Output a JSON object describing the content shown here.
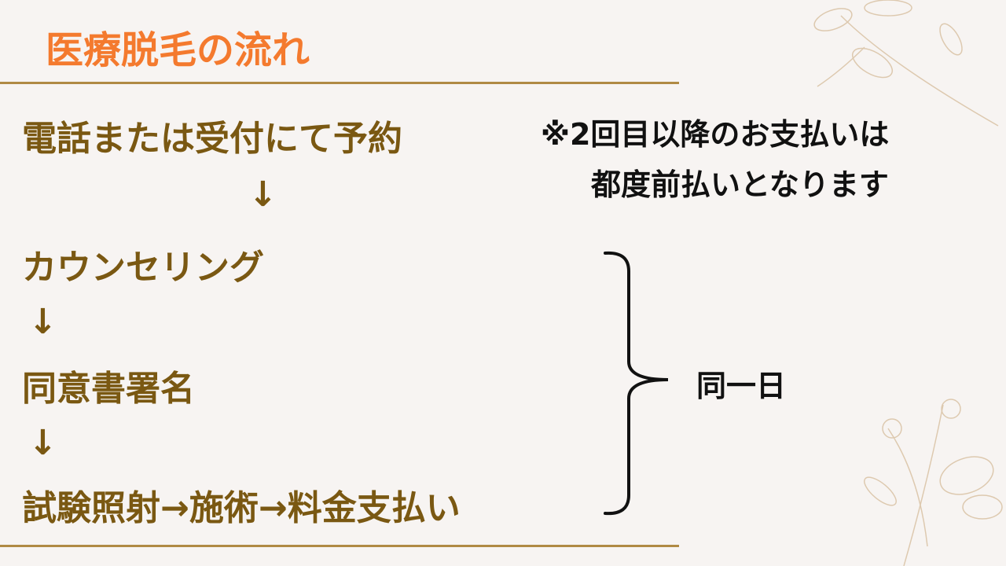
{
  "title": "医療脱毛の流れ",
  "steps": [
    "電話または受付にて予約",
    "カウンセリング",
    "同意書署名",
    "試験照射→施術→料金支払い"
  ],
  "arrow": "↓",
  "note": {
    "line1": "※2回目以降のお支払いは",
    "line2": "都度前払いとなります"
  },
  "same_day_label": "同一日",
  "colors": {
    "title": "#f47a2e",
    "text": "#7a5812",
    "rule": "#b08a44",
    "background": "#f7f4f2"
  }
}
